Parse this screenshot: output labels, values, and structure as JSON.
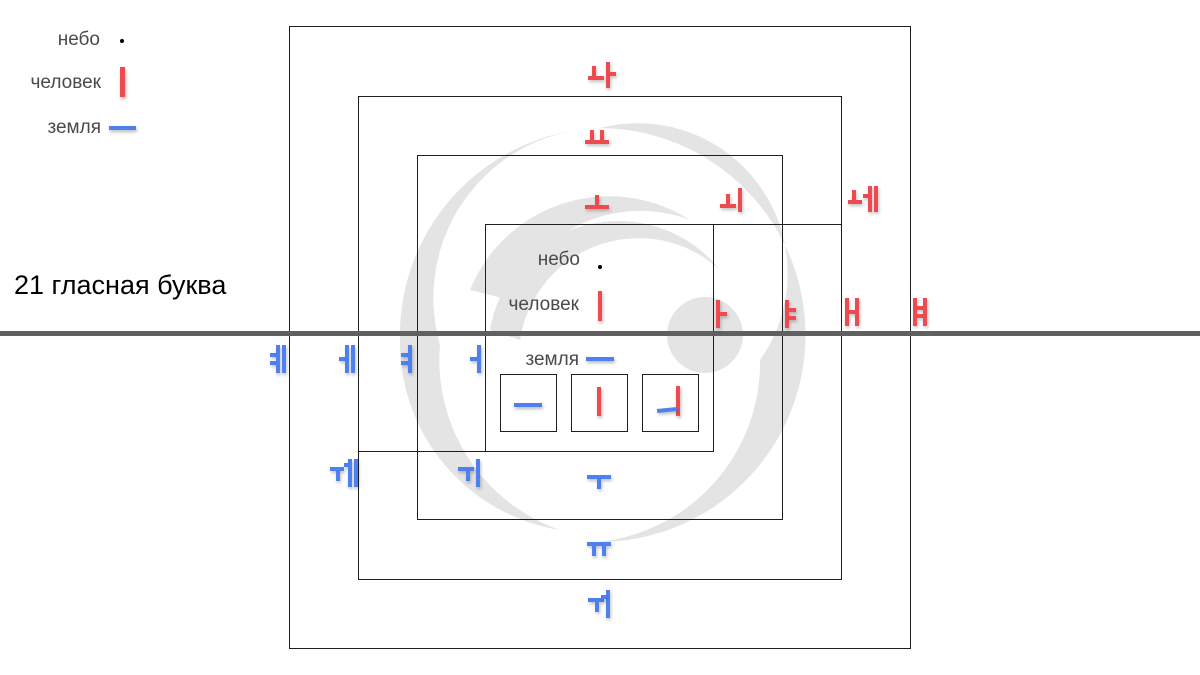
{
  "title": "21 гласная  буква",
  "legend": [
    {
      "label": "небо",
      "stroke": "dot"
    },
    {
      "label": "человек",
      "stroke": "vertical"
    },
    {
      "label": "земля",
      "stroke": "horizontal"
    }
  ],
  "inner_legend": [
    {
      "label": "небо",
      "stroke": "dot"
    },
    {
      "label": "человек",
      "stroke": "vertical"
    },
    {
      "label": "земля",
      "stroke": "horizontal"
    }
  ],
  "basic_strokes": [
    "ㅡ",
    "ㅣ",
    "ㅢ"
  ],
  "vowels": {
    "top_column": [
      "ㅛ",
      "ㅗ"
    ],
    "top_corner": [
      "ㅚ",
      "ㅙ"
    ],
    "top_far": "ㅘ",
    "right_row": [
      "ㅏ",
      "ㅑ",
      "ㅐ",
      "ㅒ"
    ],
    "left_row": [
      "ㅓ",
      "ㅕ",
      "ㅔ",
      "ㅖ"
    ],
    "bottom_column": [
      "ㅜ",
      "ㅠ",
      "ㅝ"
    ],
    "bottom_corner": [
      "ㅟ",
      "ㅞ"
    ]
  },
  "colors": {
    "heaven": "#000000",
    "man": "#ef4a50",
    "earth": "#4f80ef",
    "frame": "#1e1e1e",
    "axis": "#606060",
    "taiji": "#e4e4e4"
  },
  "background_symbol": "taiji-icon"
}
